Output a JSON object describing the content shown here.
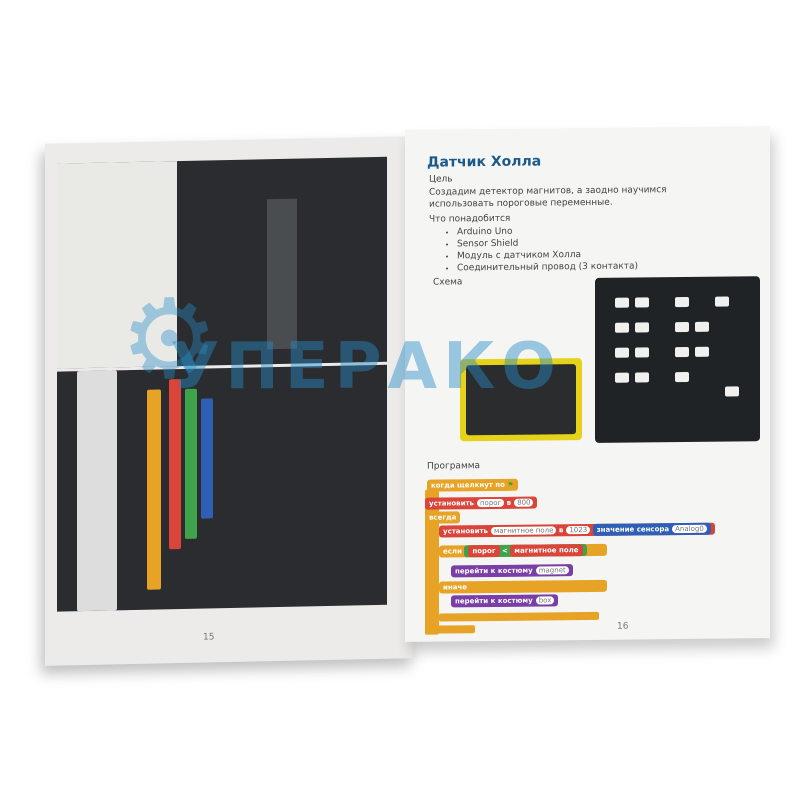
{
  "left_page": {
    "page_number": "15"
  },
  "right_page": {
    "title": "Датчик Холла",
    "goal_label": "Цель",
    "goal_text": "Создадим детектор магнитов, а заодно научимся использовать пороговые переменные.",
    "needs_label": "Что понадобится",
    "needs": [
      "Arduino Uno",
      "Sensor Shield",
      "Модуль с датчиком Холла",
      "Соединительный провод (3 контакта)"
    ],
    "scheme_label": "Схема",
    "program_label": "Программа",
    "blocks": {
      "when_flag": "когда щелкнут по",
      "set1": "установить",
      "var1": "порог",
      "to": "в",
      "val1": "800",
      "forever": "всегда",
      "set2": "установить",
      "var2": "магнитное поле",
      "val2": "1023",
      "sensor": "значение сенсора",
      "sensor_port": "Analog0",
      "if": "если",
      "cmp_a": "порог",
      "cmp_op": "<",
      "cmp_b": "магнитное поле",
      "costume1": "перейти к костюму",
      "costume1_val": "magnet",
      "else": "иначе",
      "costume2": "перейти к костюму",
      "costume2_val": "box"
    },
    "page_number": "16"
  },
  "watermark": "УПЕРАКО"
}
